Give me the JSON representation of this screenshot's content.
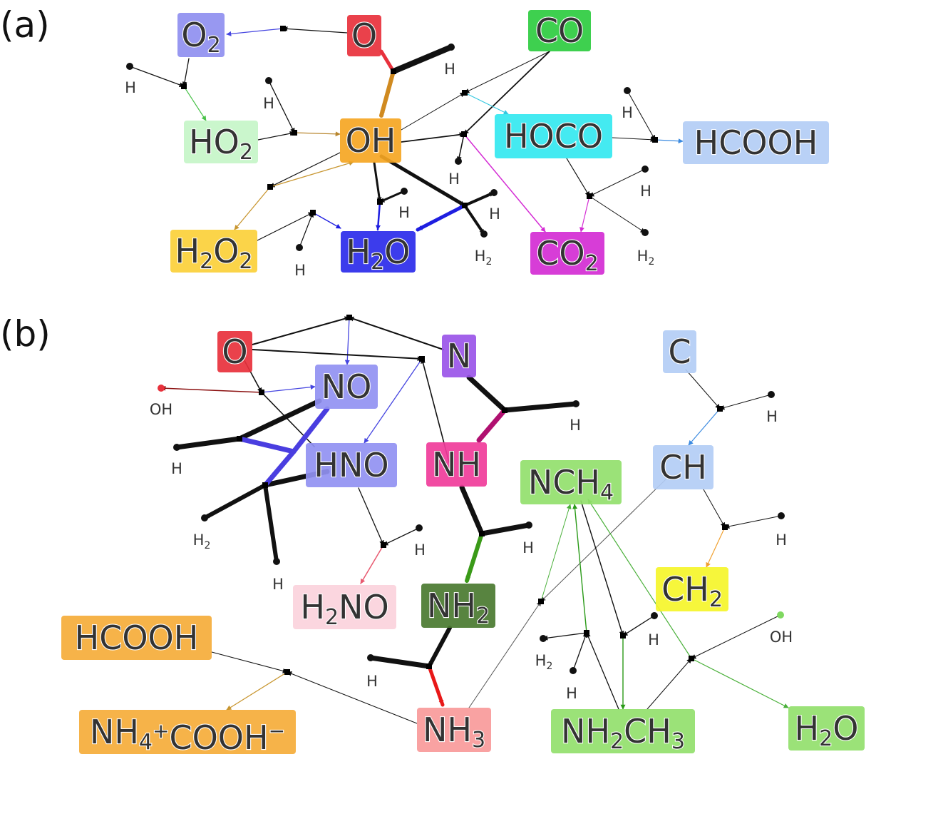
{
  "panels": {
    "a": {
      "label": "(a)"
    },
    "b": {
      "label": "(b)"
    }
  },
  "species": {
    "O2": {
      "text": [
        [
          "O",
          ""
        ],
        [
          "2",
          "sub"
        ]
      ],
      "color": "#8f8ff0"
    },
    "O_a": {
      "text": [
        [
          "O",
          ""
        ]
      ],
      "color": "#e8313c"
    },
    "CO": {
      "text": [
        [
          "CO",
          ""
        ]
      ],
      "color": "#2ecc40"
    },
    "HO2": {
      "text": [
        [
          "HO",
          ""
        ],
        [
          "2",
          "sub"
        ]
      ],
      "color": "#c6f5c8"
    },
    "OH_a": {
      "text": [
        [
          "OH",
          ""
        ]
      ],
      "color": "#f5a623"
    },
    "HOCO": {
      "text": [
        [
          "HOCO",
          ""
        ]
      ],
      "color": "#34e8f0"
    },
    "HCOOH_a": {
      "text": [
        [
          "HCOOH",
          ""
        ]
      ],
      "color": "#b3cdf5"
    },
    "H2O2": {
      "text": [
        [
          "H",
          ""
        ],
        [
          "2",
          "sub"
        ],
        [
          "O",
          ""
        ],
        [
          "2",
          "sub"
        ]
      ],
      "color": "#fbd03a"
    },
    "H2O_a": {
      "text": [
        [
          "H",
          ""
        ],
        [
          "2",
          "sub"
        ],
        [
          "O",
          ""
        ]
      ],
      "color": "#2b2bea"
    },
    "CO2": {
      "text": [
        [
          "CO",
          ""
        ],
        [
          "2",
          "sub"
        ]
      ],
      "color": "#d42cd4"
    },
    "O_b": {
      "text": [
        [
          "O",
          ""
        ]
      ],
      "color": "#e8313c"
    },
    "N": {
      "text": [
        [
          "N",
          ""
        ]
      ],
      "color": "#9a55e8"
    },
    "C": {
      "text": [
        [
          "C",
          ""
        ]
      ],
      "color": "#b3cdf5"
    },
    "NO": {
      "text": [
        [
          "NO",
          ""
        ]
      ],
      "color": "#9191f2"
    },
    "HNO": {
      "text": [
        [
          "HNO",
          ""
        ]
      ],
      "color": "#9191f2"
    },
    "NH": {
      "text": [
        [
          "NH",
          ""
        ]
      ],
      "color": "#f03c9a"
    },
    "NCH4": {
      "text": [
        [
          "NCH",
          ""
        ],
        [
          "4",
          "sub"
        ]
      ],
      "color": "#92e06c"
    },
    "CH": {
      "text": [
        [
          "CH",
          ""
        ]
      ],
      "color": "#b3cdf5"
    },
    "CH2": {
      "text": [
        [
          "CH",
          ""
        ],
        [
          "2",
          "sub"
        ]
      ],
      "color": "#f5f52a"
    },
    "H2NO": {
      "text": [
        [
          "H",
          ""
        ],
        [
          "2",
          "sub"
        ],
        [
          "NO",
          ""
        ]
      ],
      "color": "#fbd3dc"
    },
    "NH2": {
      "text": [
        [
          "NH",
          ""
        ],
        [
          "2",
          "sub"
        ]
      ],
      "color": "#4a7a30"
    },
    "HCOOH_b": {
      "text": [
        [
          "HCOOH",
          ""
        ]
      ],
      "color": "#f5ac3a"
    },
    "NH4COOH": {
      "text": [
        [
          "NH",
          ""
        ],
        [
          "4",
          "sub"
        ],
        [
          "+",
          "sup"
        ],
        [
          "COOH",
          ""
        ],
        [
          "−",
          "sup"
        ]
      ],
      "color": "#f5ac3a"
    },
    "NH3": {
      "text": [
        [
          "NH",
          ""
        ],
        [
          "3",
          "sub"
        ]
      ],
      "color": "#f89a9a"
    },
    "NH2CH3": {
      "text": [
        [
          "NH",
          ""
        ],
        [
          "2",
          "sub"
        ],
        [
          "CH",
          ""
        ],
        [
          "3",
          "sub"
        ]
      ],
      "color": "#92e06c"
    },
    "H2O_b": {
      "text": [
        [
          "H",
          ""
        ],
        [
          "2",
          "sub"
        ],
        [
          "O",
          ""
        ]
      ],
      "color": "#92e06c"
    }
  },
  "small_labels": {
    "H": "H",
    "H2": {
      "main": "H",
      "sub": "2"
    },
    "OH": "OH"
  }
}
